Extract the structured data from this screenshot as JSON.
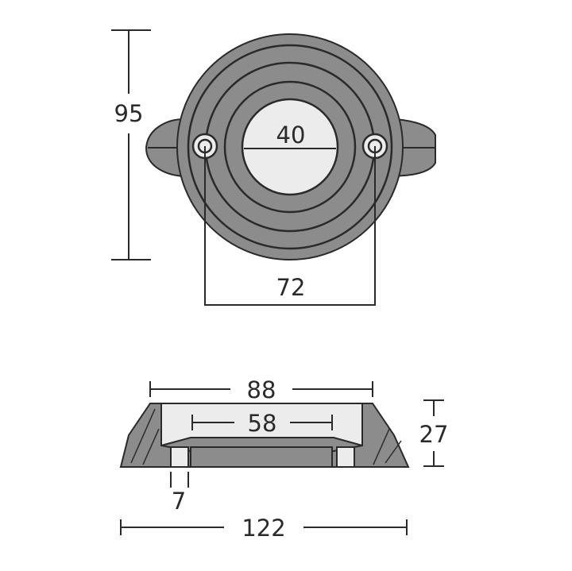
{
  "top_view": {
    "height_label": "95",
    "bore_label": "40",
    "hole_spacing_label": "72"
  },
  "side_view": {
    "top_width_label": "88",
    "recess_width_label": "58",
    "thickness_label": "27",
    "hole_label": "7",
    "base_width_label": "122"
  },
  "colors": {
    "metal": "#8c8c8c",
    "bore": "#ececec",
    "lines": "#2a2a2a"
  }
}
